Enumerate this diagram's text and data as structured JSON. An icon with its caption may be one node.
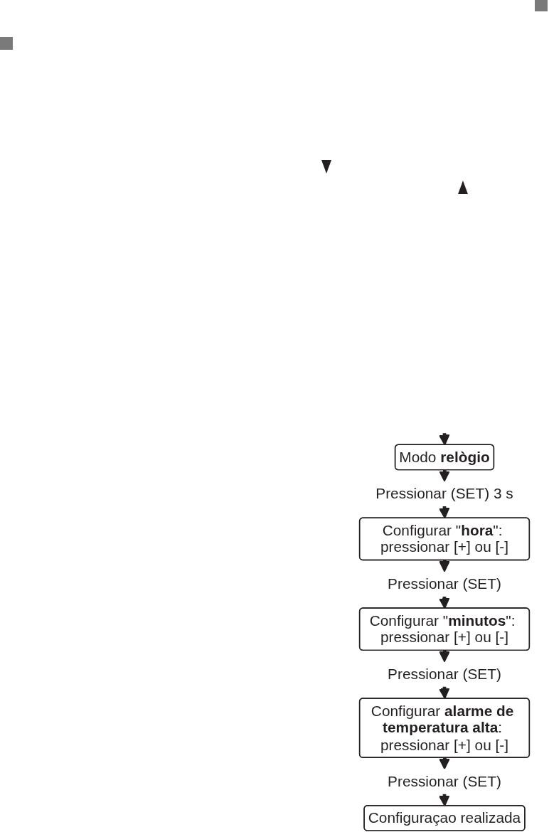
{
  "diagram": {
    "nodes": [
      {
        "text": [
          "Modo **relògio**"
        ]
      },
      {
        "text": [
          "Pressionar (SET) 3 s"
        ]
      },
      {
        "text": [
          "Configurar \"**hora**\": pressionar [+] ou [-]"
        ]
      },
      {
        "text": [
          "Pressionar (SET)"
        ]
      },
      {
        "text": [
          "Configurar \"**minutos**\": pressionar [+] ou [-]"
        ]
      },
      {
        "text": [
          "Pressionar (SET)"
        ]
      },
      {
        "text": [
          "Configurar **alarme de temperatura alta**: pressionar [+] ou [-]"
        ]
      },
      {
        "text": [
          "Pressionar (SET)"
        ]
      },
      {
        "text": [
          "Configuraçao realizada"
        ]
      }
    ],
    "edges": [
      {
        "from": null,
        "to": 0,
        "arrow": "to"
      },
      {
        "from": 0,
        "to": 1,
        "arrow": "to"
      },
      {
        "from": 1,
        "to": 2,
        "arrow": "to"
      },
      {
        "from": 2,
        "to": 3,
        "arrow": "to"
      },
      {
        "from": 3,
        "to": 4,
        "arrow": "to"
      },
      {
        "from": 4,
        "to": 5,
        "arrow": "to"
      },
      {
        "from": 5,
        "to": 6,
        "arrow": "to"
      },
      {
        "from": 6,
        "to": 7,
        "arrow": "to"
      },
      {
        "from": 7,
        "to": 8,
        "arrow": "to"
      }
    ]
  }
}
